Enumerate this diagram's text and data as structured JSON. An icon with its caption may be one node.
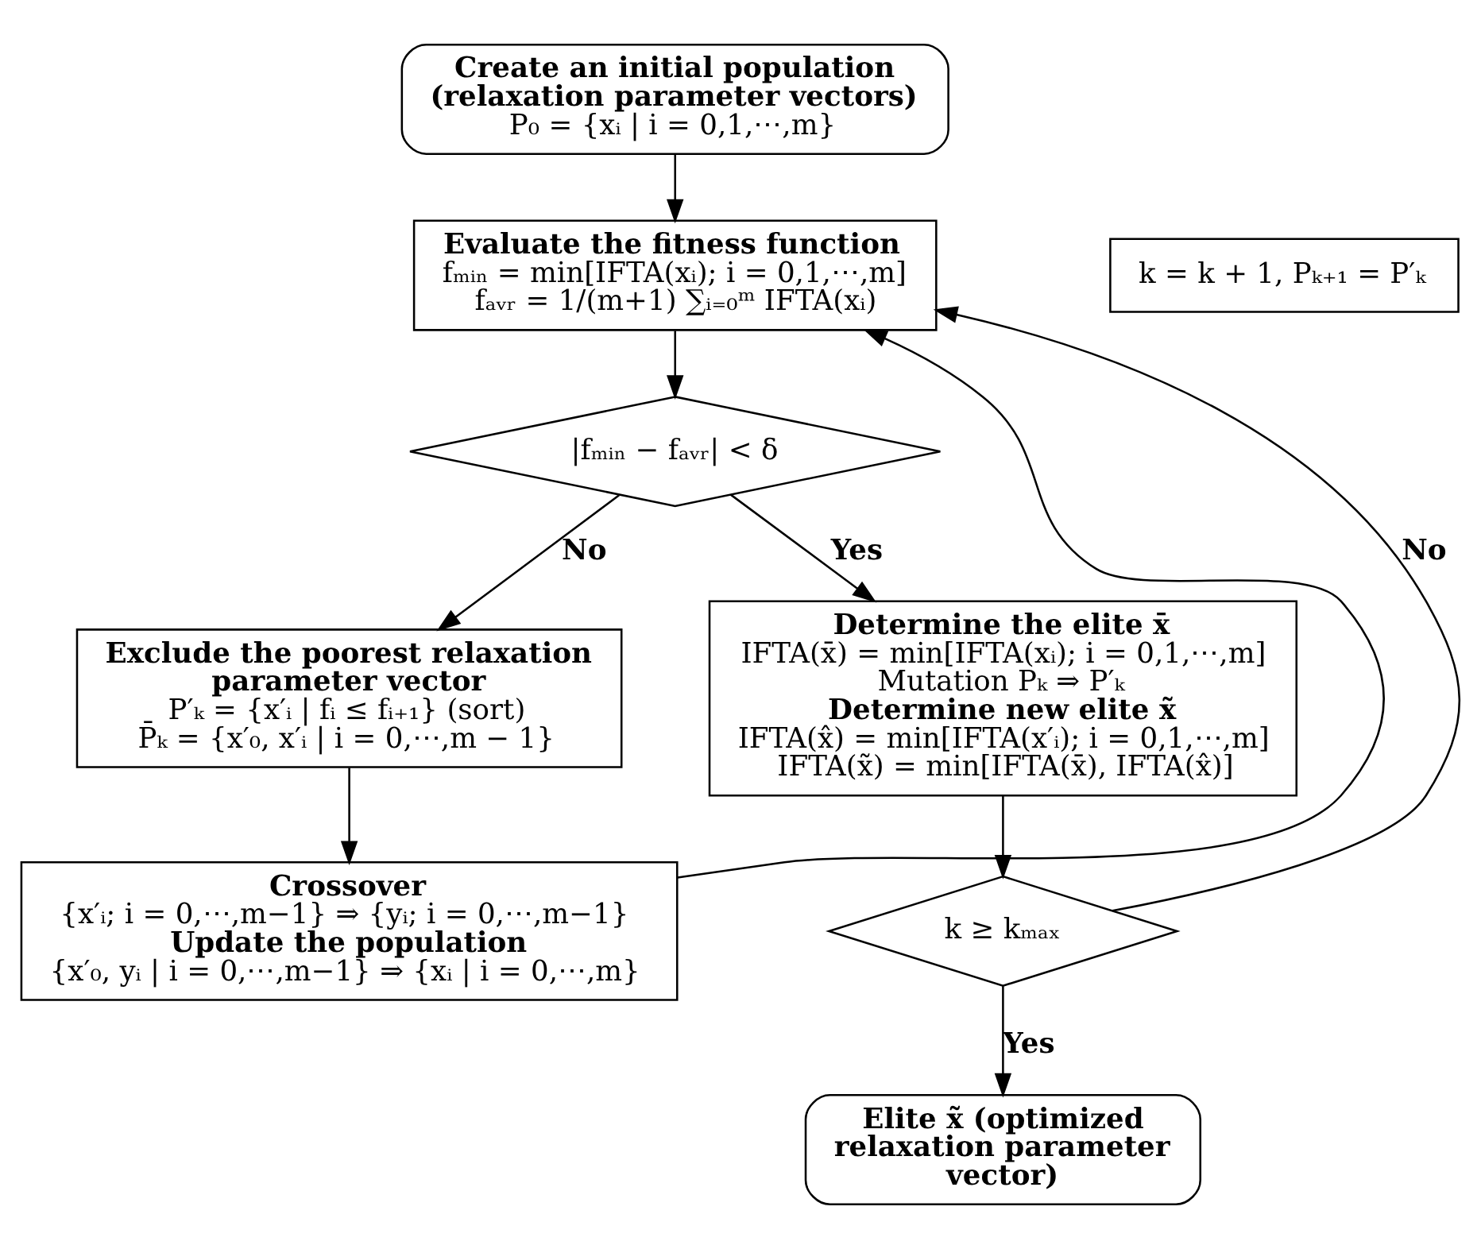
{
  "diagram": {
    "nodes": [
      {
        "text": [
          "Create an initial population (relaxation parameter vectors)",
          "P₀ = {xᵢ | i = 0,1,⋯,m}"
        ]
      },
      {
        "text": [
          "Evaluate the fitness function",
          "fₘᵢₙ = min[IFTA(xᵢ); i = 0,1,⋯,m]",
          "fₐᵥᵣ = 1/(m+1) ∑ᵢ₌₀ᵐ IFTA(xᵢ)"
        ]
      },
      {
        "text": [
          "|fₘᵢₙ − fₐᵥᵣ| < δ"
        ]
      },
      {
        "text": [
          "Exclude the poorest relaxation parameter vector",
          "P′ₖ = {x′ᵢ | fᵢ ≤ fᵢ₊₁} (sort)",
          "P̄ₖ = {x′₀, x′ᵢ | i = 0,⋯,m − 1}"
        ]
      },
      {
        "text": [
          "Crossover",
          "{x′ᵢ; i = 0,⋯,m−1} ⇒ {yᵢ; i = 0,⋯,m−1}",
          "Update the population",
          "{x′₀, yᵢ | i = 0,⋯,m−1} ⇒ {xᵢ | i = 0,⋯,m}"
        ]
      },
      {
        "text": [
          "Determine the elite x̄",
          "IFTA(x̄) = min[IFTA(xᵢ); i = 0,1,⋯,m]",
          "Mutation Pₖ ⇒ P′ₖ",
          "Determine new elite x̃",
          "IFTA(x̂) = min[IFTA(x′ᵢ); i = 0,1,⋯,m]",
          "IFTA(x̃) = min[IFTA(x̄), IFTA(x̂)]"
        ]
      },
      {
        "text": [
          "k ≥ kₘₐₓ"
        ]
      },
      {
        "text": [
          "Elite x̃ (optimized relaxation parameter vector)"
        ]
      },
      {
        "text": [
          "k = k + 1, Pₖ₊₁ = P′ₖ"
        ]
      }
    ],
    "edges": [
      {
        "from": 0,
        "to": 1,
        "arrow": "to"
      },
      {
        "from": 1,
        "to": 2,
        "arrow": "to"
      },
      {
        "from": 2,
        "to": 5,
        "arrow": "to",
        "label": "Yes"
      },
      {
        "from": 2,
        "to": 3,
        "arrow": "to",
        "label": "No"
      },
      {
        "from": 3,
        "to": 4,
        "arrow": "to"
      },
      {
        "from": 4,
        "to": 1,
        "arrow": "to"
      },
      {
        "from": 5,
        "to": 6,
        "arrow": "to"
      },
      {
        "from": 6,
        "to": 7,
        "arrow": "to",
        "label": "Yes"
      },
      {
        "from": 6,
        "to": 1,
        "arrow": "to",
        "label": "No"
      }
    ]
  }
}
